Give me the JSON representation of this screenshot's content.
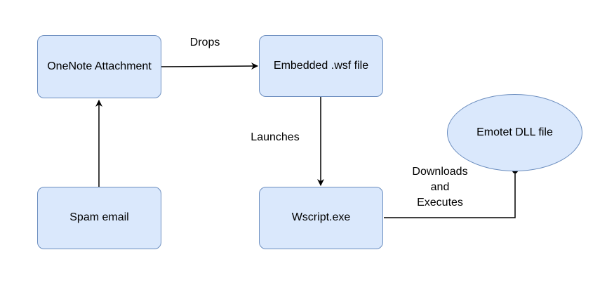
{
  "colors": {
    "node_fill": "#dae8fc",
    "node_stroke": "#6c8ebf",
    "edge": "#000000"
  },
  "nodes": {
    "onenote": "OneNote Attachment",
    "wsf": "Embedded .wsf file",
    "emotet": "Emotet DLL file",
    "spam": "Spam email",
    "wscript": "Wscript.exe"
  },
  "edges": {
    "drops": "Drops",
    "launches": "Launches",
    "downloads_lines": [
      "Downloads",
      "and",
      "Executes"
    ]
  }
}
